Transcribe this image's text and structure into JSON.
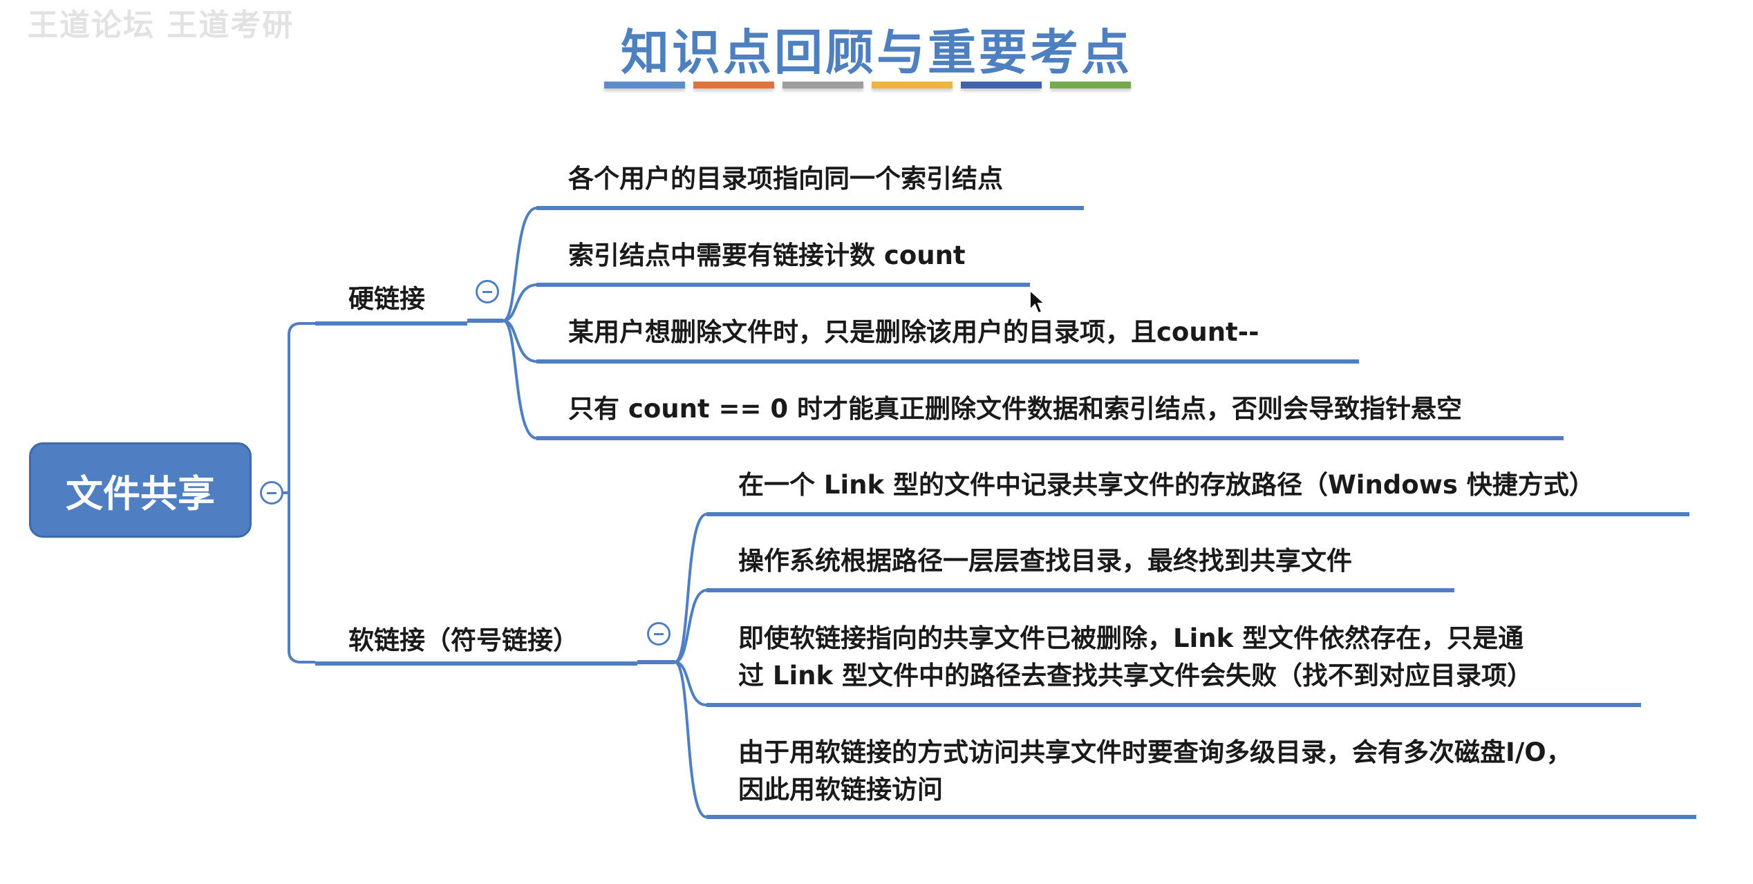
{
  "header": {
    "watermark": "王道论坛 王道考研",
    "title": "知识点回顾与重要考点",
    "swatch_colors": [
      "#5b8ccc",
      "#e0733a",
      "#9e9e9e",
      "#f0b43c",
      "#3f64ad",
      "#74a94c"
    ]
  },
  "mindmap": {
    "line_color": "#4f7fc2",
    "root": {
      "label": "文件共享",
      "fill": "#4f7fc2"
    },
    "branches": [
      {
        "label": "硬链接",
        "leaves": [
          {
            "text": "各个用户的目录项指向同一个索引结点"
          },
          {
            "text": "索引结点中需要有链接计数 count"
          },
          {
            "text": "某用户想删除文件时，只是删除该用户的目录项，且count--"
          },
          {
            "text": "只有 count == 0 时才能真正删除文件数据和索引结点，否则会导致指针悬空"
          }
        ]
      },
      {
        "label": "软链接（符号链接）",
        "leaves": [
          {
            "text": "在一个 Link 型的文件中记录共享文件的存放路径（Windows 快捷方式）"
          },
          {
            "text": "操作系统根据路径一层层查找目录，最终找到共享文件"
          },
          {
            "line1": "即使软链接指向的共享文件已被删除，Link 型文件依然存在，只是通",
            "line2": "过 Link 型文件中的路径去查找共享文件会失败（找不到对应目录项）"
          },
          {
            "line1": "由于用软链接的方式访问共享文件时要查询多级目录，会有多次磁盘I/O，",
            "line2": "因此用软链接访问"
          }
        ]
      }
    ]
  }
}
